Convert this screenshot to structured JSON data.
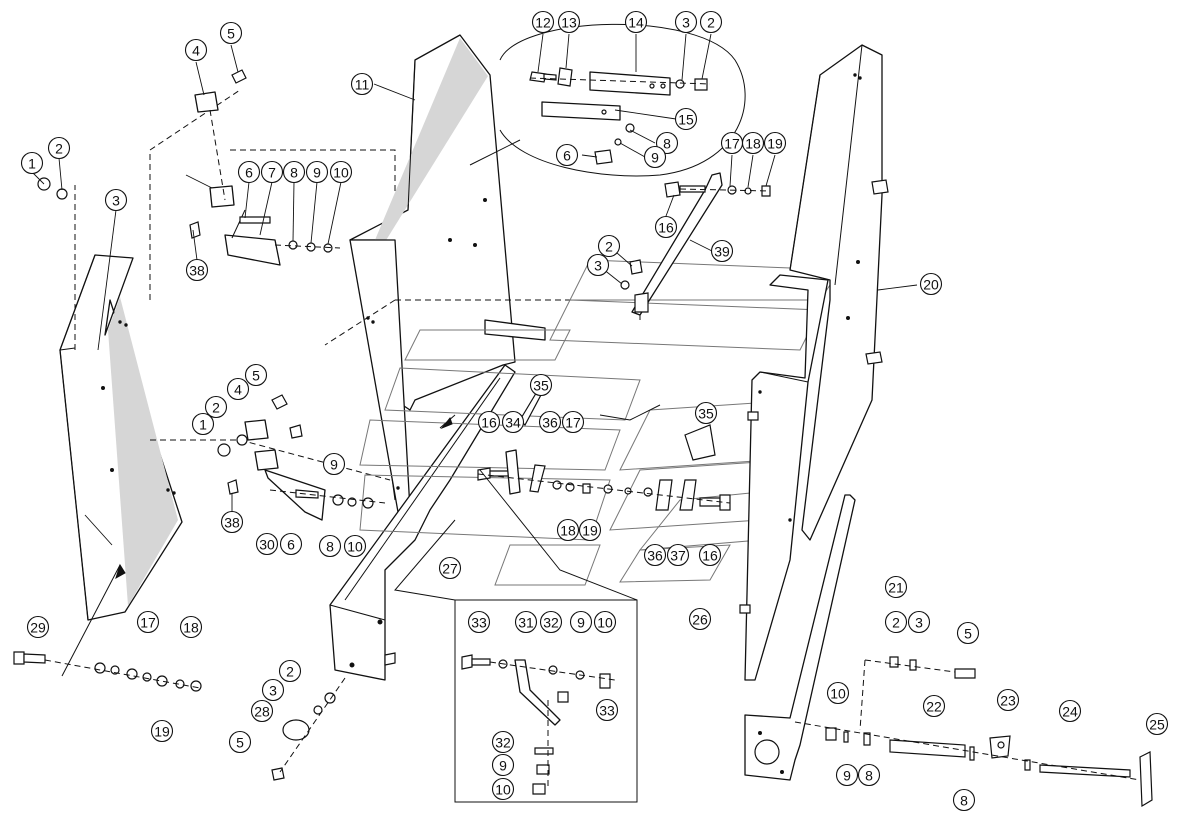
{
  "diagram": {
    "callouts": [
      {
        "id": "c1",
        "label": "1"
      },
      {
        "id": "c2",
        "label": "2"
      },
      {
        "id": "c3",
        "label": "3"
      },
      {
        "id": "c4",
        "label": "4"
      },
      {
        "id": "c5",
        "label": "5"
      },
      {
        "id": "c6",
        "label": "6"
      },
      {
        "id": "c7",
        "label": "7"
      },
      {
        "id": "c8",
        "label": "8"
      },
      {
        "id": "c9",
        "label": "9"
      },
      {
        "id": "c10",
        "label": "10"
      },
      {
        "id": "c11",
        "label": "11"
      },
      {
        "id": "c12",
        "label": "12"
      },
      {
        "id": "c13",
        "label": "13"
      },
      {
        "id": "c14",
        "label": "14"
      },
      {
        "id": "c3b",
        "label": "3"
      },
      {
        "id": "c2b",
        "label": "2"
      },
      {
        "id": "c15",
        "label": "15"
      },
      {
        "id": "c8b",
        "label": "8"
      },
      {
        "id": "c6b",
        "label": "6"
      },
      {
        "id": "c9b",
        "label": "9"
      },
      {
        "id": "c17",
        "label": "17"
      },
      {
        "id": "c18",
        "label": "18"
      },
      {
        "id": "c19",
        "label": "19"
      },
      {
        "id": "c16",
        "label": "16"
      },
      {
        "id": "c39",
        "label": "39"
      },
      {
        "id": "c2c",
        "label": "2"
      },
      {
        "id": "c3c",
        "label": "3"
      },
      {
        "id": "c20",
        "label": "20"
      },
      {
        "id": "c3d",
        "label": "3"
      },
      {
        "id": "c38",
        "label": "38"
      },
      {
        "id": "c35",
        "label": "35"
      },
      {
        "id": "c5b",
        "label": "5"
      },
      {
        "id": "c4b",
        "label": "4"
      },
      {
        "id": "c2d",
        "label": "2"
      },
      {
        "id": "c1b",
        "label": "1"
      },
      {
        "id": "c16b",
        "label": "16"
      },
      {
        "id": "c34",
        "label": "34"
      },
      {
        "id": "c36",
        "label": "36"
      },
      {
        "id": "c17b",
        "label": "17"
      },
      {
        "id": "c35b",
        "label": "35"
      },
      {
        "id": "c9c",
        "label": "9"
      },
      {
        "id": "c38b",
        "label": "38"
      },
      {
        "id": "c18b",
        "label": "18"
      },
      {
        "id": "c19b",
        "label": "19"
      },
      {
        "id": "c30",
        "label": "30"
      },
      {
        "id": "c6c",
        "label": "6"
      },
      {
        "id": "c8c",
        "label": "8"
      },
      {
        "id": "c10b",
        "label": "10"
      },
      {
        "id": "c36b",
        "label": "36"
      },
      {
        "id": "c37",
        "label": "37"
      },
      {
        "id": "c16c",
        "label": "16"
      },
      {
        "id": "c27",
        "label": "27"
      },
      {
        "id": "c21",
        "label": "21"
      },
      {
        "id": "c29",
        "label": "29"
      },
      {
        "id": "c17c",
        "label": "17"
      },
      {
        "id": "c18c",
        "label": "18"
      },
      {
        "id": "c19c",
        "label": "19"
      },
      {
        "id": "c33",
        "label": "33"
      },
      {
        "id": "c31",
        "label": "31"
      },
      {
        "id": "c32",
        "label": "32"
      },
      {
        "id": "c9d",
        "label": "9"
      },
      {
        "id": "c10c",
        "label": "10"
      },
      {
        "id": "c26",
        "label": "26"
      },
      {
        "id": "c2e",
        "label": "2"
      },
      {
        "id": "c3e",
        "label": "3"
      },
      {
        "id": "c5c",
        "label": "5"
      },
      {
        "id": "c2f",
        "label": "2"
      },
      {
        "id": "c3f",
        "label": "3"
      },
      {
        "id": "c28",
        "label": "28"
      },
      {
        "id": "c5d",
        "label": "5"
      },
      {
        "id": "c33b",
        "label": "33"
      },
      {
        "id": "c32b",
        "label": "32"
      },
      {
        "id": "c9e",
        "label": "9"
      },
      {
        "id": "c10d",
        "label": "10"
      },
      {
        "id": "c10e",
        "label": "10"
      },
      {
        "id": "c22",
        "label": "22"
      },
      {
        "id": "c23",
        "label": "23"
      },
      {
        "id": "c24",
        "label": "24"
      },
      {
        "id": "c25",
        "label": "25"
      },
      {
        "id": "c9f",
        "label": "9"
      },
      {
        "id": "c8d",
        "label": "8"
      },
      {
        "id": "c8e",
        "label": "8"
      }
    ]
  }
}
